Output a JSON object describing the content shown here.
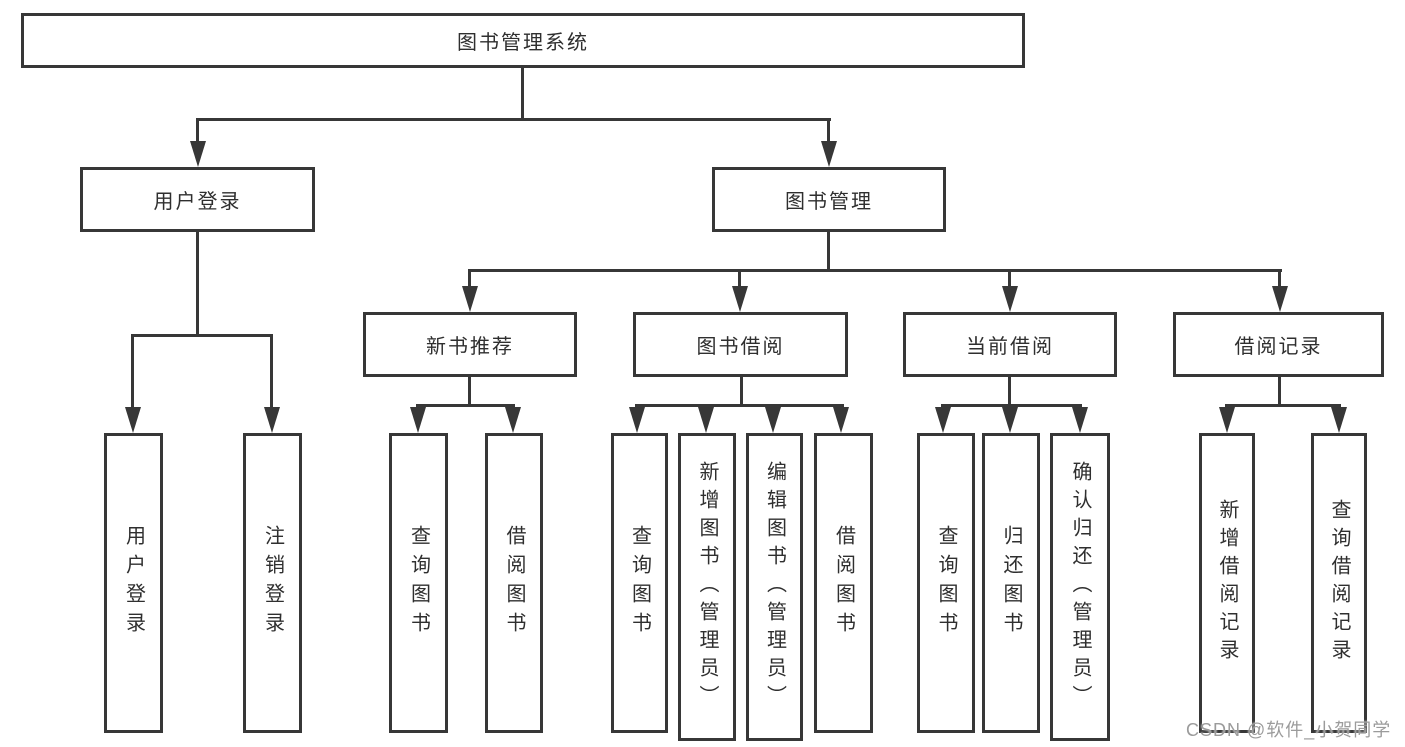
{
  "diagram": {
    "root": {
      "label": "图书管理系统"
    },
    "level2": [
      {
        "label": "用户登录"
      },
      {
        "label": "图书管理"
      }
    ],
    "level3": [
      {
        "label": "新书推荐",
        "parent": "图书管理"
      },
      {
        "label": "图书借阅",
        "parent": "图书管理"
      },
      {
        "label": "当前借阅",
        "parent": "图书管理"
      },
      {
        "label": "借阅记录",
        "parent": "图书管理"
      }
    ],
    "leaves": [
      {
        "label": "用户登录",
        "parent": "用户登录"
      },
      {
        "label": "注销登录",
        "parent": "用户登录"
      },
      {
        "label": "查询图书",
        "parent": "新书推荐"
      },
      {
        "label": "借阅图书",
        "parent": "新书推荐"
      },
      {
        "label": "查询图书",
        "parent": "图书借阅"
      },
      {
        "label": "新增图书（管理员）",
        "parent": "图书借阅"
      },
      {
        "label": "编辑图书（管理员）",
        "parent": "图书借阅"
      },
      {
        "label": "借阅图书",
        "parent": "图书借阅"
      },
      {
        "label": "查询图书",
        "parent": "当前借阅"
      },
      {
        "label": "归还图书",
        "parent": "当前借阅"
      },
      {
        "label": "确认归还（管理员）",
        "parent": "当前借阅"
      },
      {
        "label": "新增借阅记录",
        "parent": "借阅记录"
      },
      {
        "label": "查询借阅记录",
        "parent": "借阅记录"
      }
    ]
  },
  "watermark": {
    "text": "CSDN @软件_小贺同学"
  },
  "colors": {
    "line": "#373737",
    "text": "#2f2f2f",
    "watermark": "#9b9b9b",
    "background": "#ffffff"
  }
}
